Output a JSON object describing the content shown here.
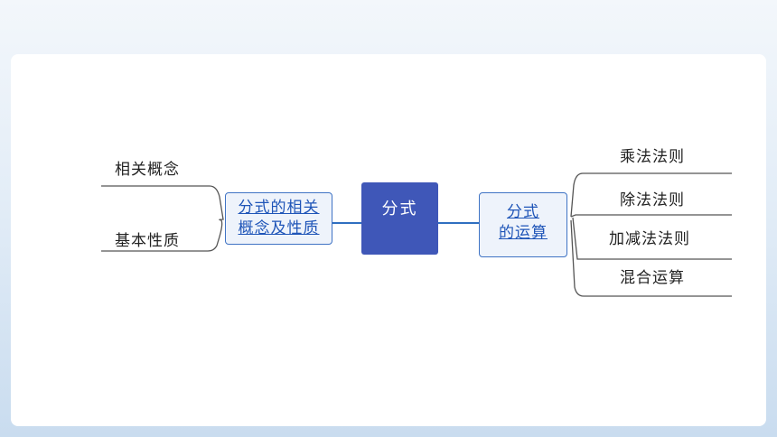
{
  "diagram": {
    "center": "分式",
    "left_branch": {
      "line1": "分式的相关",
      "line2": "概念及性质",
      "children": [
        "相关概念",
        "基本性质"
      ]
    },
    "right_branch": {
      "line1": "分式",
      "line2": "的运算",
      "children": [
        "乘法法则",
        "除法法则",
        "加减法法则",
        "混合运算"
      ]
    }
  },
  "colors": {
    "center_fill": "#3f57b8",
    "node_border": "#3f73c4",
    "node_text": "#1f55b8",
    "connector": "#2f6fc0",
    "leaf_line": "#555555"
  }
}
